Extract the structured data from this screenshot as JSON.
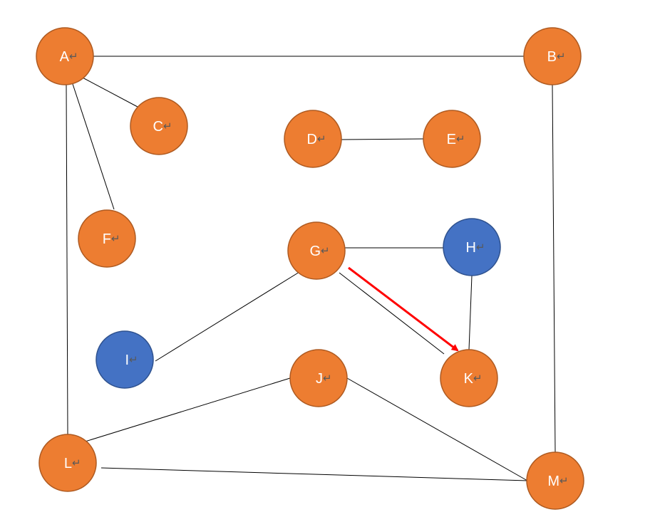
{
  "colors": {
    "orange_fill": "#ed7d31",
    "orange_stroke": "#ae5a21",
    "blue_fill": "#4472c4",
    "blue_stroke": "#2f528f",
    "edge": "#000000",
    "highlight_arrow": "#ff0000",
    "label_text": "#ffffff",
    "return_mark": "#595959"
  },
  "return_mark": "↵",
  "nodes": [
    {
      "id": "A",
      "label": "A",
      "color": "orange"
    },
    {
      "id": "B",
      "label": "B",
      "color": "orange"
    },
    {
      "id": "C",
      "label": "C",
      "color": "orange"
    },
    {
      "id": "D",
      "label": "D",
      "color": "orange"
    },
    {
      "id": "E",
      "label": "E",
      "color": "orange"
    },
    {
      "id": "F",
      "label": "F",
      "color": "orange"
    },
    {
      "id": "G",
      "label": "G",
      "color": "orange"
    },
    {
      "id": "H",
      "label": "H",
      "color": "blue"
    },
    {
      "id": "I",
      "label": "I",
      "color": "blue"
    },
    {
      "id": "J",
      "label": "J",
      "color": "orange"
    },
    {
      "id": "K",
      "label": "K",
      "color": "orange"
    },
    {
      "id": "L",
      "label": "L",
      "color": "orange"
    },
    {
      "id": "M",
      "label": "M",
      "color": "orange"
    }
  ],
  "edges": [
    {
      "from": "A",
      "to": "B"
    },
    {
      "from": "A",
      "to": "C"
    },
    {
      "from": "A",
      "to": "F"
    },
    {
      "from": "A",
      "to": "L"
    },
    {
      "from": "B",
      "to": "M"
    },
    {
      "from": "D",
      "to": "E"
    },
    {
      "from": "G",
      "to": "H"
    },
    {
      "from": "G",
      "to": "I"
    },
    {
      "from": "G",
      "to": "K"
    },
    {
      "from": "H",
      "to": "K"
    },
    {
      "from": "J",
      "to": "L"
    },
    {
      "from": "J",
      "to": "M"
    },
    {
      "from": "L",
      "to": "M"
    }
  ],
  "highlight": {
    "from": "G",
    "to": "K",
    "color": "red",
    "directed": true
  }
}
